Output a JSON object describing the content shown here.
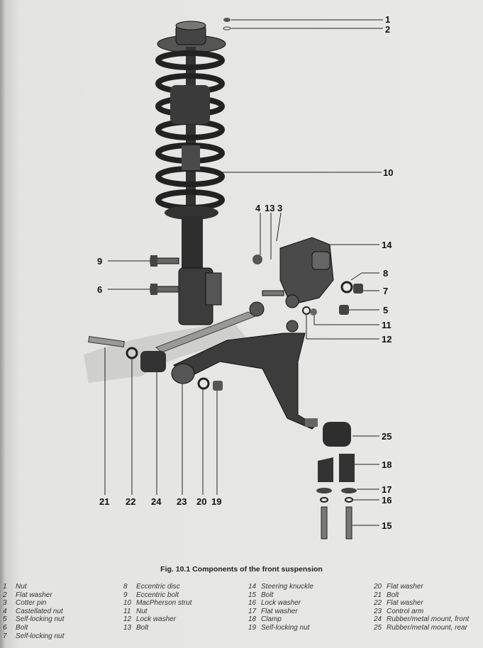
{
  "figure": {
    "caption": "Fig. 10.1 Components of the front suspension",
    "callouts": {
      "c1": "1",
      "c2": "2",
      "c3": "3",
      "c4": "4",
      "c5": "5",
      "c6": "6",
      "c7": "7",
      "c8": "8",
      "c9": "9",
      "c10": "10",
      "c11": "11",
      "c12": "12",
      "c13": "13",
      "c14": "14",
      "c15": "15",
      "c16": "16",
      "c17": "17",
      "c18": "18",
      "c19": "19",
      "c20": "20",
      "c21": "21",
      "c22": "22",
      "c23": "23",
      "c24": "24",
      "c25": "25"
    },
    "legend": [
      {
        "num": "1",
        "label": "Nut"
      },
      {
        "num": "2",
        "label": "Flat washer"
      },
      {
        "num": "3",
        "label": "Cotter pin"
      },
      {
        "num": "4",
        "label": "Castellated nut"
      },
      {
        "num": "5",
        "label": "Self-locking nut"
      },
      {
        "num": "6",
        "label": "Bolt"
      },
      {
        "num": "7",
        "label": "Self-locking nut"
      },
      {
        "num": "8",
        "label": "Eccentric disc"
      },
      {
        "num": "9",
        "label": "Eccentric bolt"
      },
      {
        "num": "10",
        "label": "MacPherson strut"
      },
      {
        "num": "11",
        "label": "Nut"
      },
      {
        "num": "12",
        "label": "Lock washer"
      },
      {
        "num": "13",
        "label": "Bolt"
      },
      {
        "num": "14",
        "label": "Steering knuckle"
      },
      {
        "num": "15",
        "label": "Bolt"
      },
      {
        "num": "16",
        "label": "Lock washer"
      },
      {
        "num": "17",
        "label": "Flat washer"
      },
      {
        "num": "18",
        "label": "Clamp"
      },
      {
        "num": "19",
        "label": "Self-locking nut"
      },
      {
        "num": "20",
        "label": "Flat washer"
      },
      {
        "num": "21",
        "label": "Bolt"
      },
      {
        "num": "22",
        "label": "Flat washer"
      },
      {
        "num": "23",
        "label": "Control arm"
      },
      {
        "num": "24",
        "label": "Rubber/metal mount, front"
      },
      {
        "num": "25",
        "label": "Rubber/metal mount, rear"
      }
    ]
  }
}
